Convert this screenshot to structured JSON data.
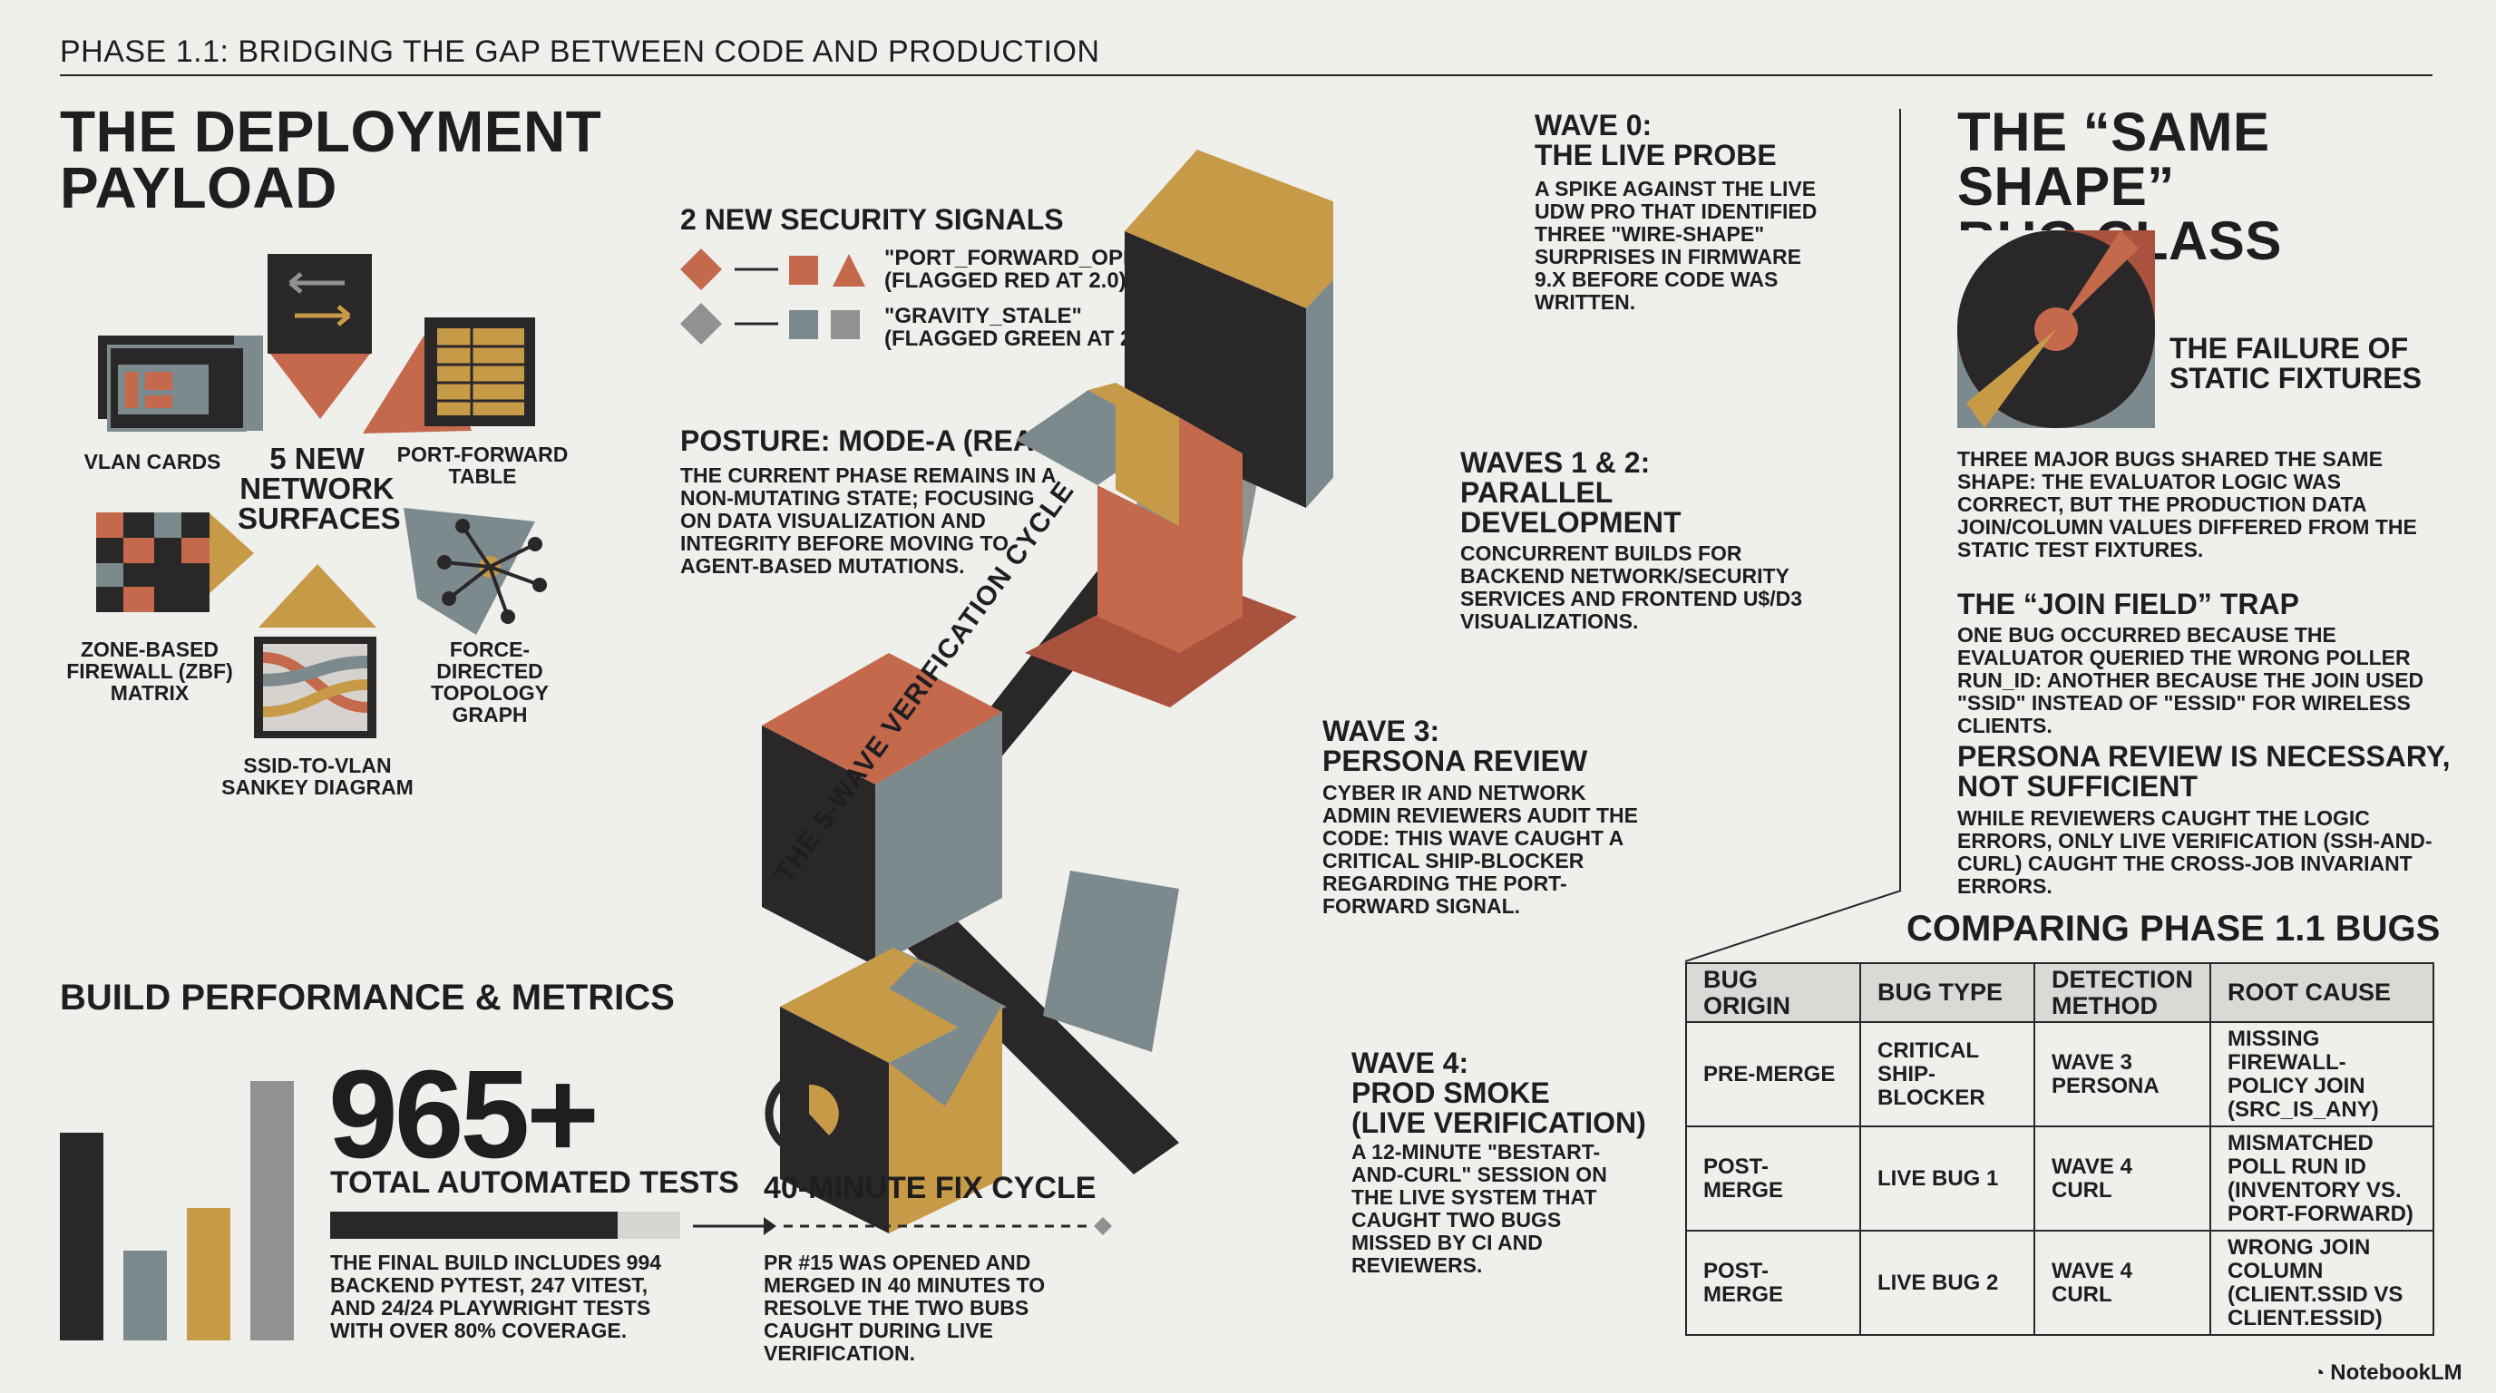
{
  "header": {
    "title": "PHASE 1.1: BRIDGING THE GAP BETWEEN CODE AND PRODUCTION"
  },
  "payload": {
    "title_line1": "THE DEPLOYMENT",
    "title_line2": "PAYLOAD",
    "center_line1": "5 NEW",
    "center_line2": "NETWORK",
    "center_line3": "SURFACES",
    "surfaces": [
      {
        "label": "VLAN CARDS"
      },
      {
        "label": "PORT-FORWARD TABLE"
      },
      {
        "label": "ZONE-BASED FIREWALL (ZBF) MATRIX"
      },
      {
        "label": "FORCE-DIRECTED TOPOLOGY GRAPH"
      },
      {
        "label": "SSID-TO-VLAN SANKEY DIAGRAM"
      }
    ]
  },
  "signals": {
    "title": "2 NEW SECURITY SIGNALS",
    "items": [
      {
        "line1": "\"PORT_FORWARD_OPEN\"",
        "line2": "(FLAGGED RED AT 2.0)",
        "color": "#c4694c"
      },
      {
        "line1": "\"GRAVITY_STALE\"",
        "line2": "(FLAGGED GREEN AT 2.03 DAYS)",
        "color": "#7c8a8e"
      }
    ]
  },
  "posture": {
    "title": "POSTURE: MODE-A (READ-ONLY)",
    "text": "THE CURRENT PHASE REMAINS IN A NON-MUTATING STATE; FOCUSING ON DATA VISUALIZATION AND INTEGRITY BEFORE MOVING TO AGENT-BASED MUTATIONS."
  },
  "cycle": {
    "label": "THE 5-WAVE VERIFICATION CYCLE"
  },
  "waves": [
    {
      "title1": "WAVE 0:",
      "title2": "THE LIVE PROBE",
      "title3": "",
      "text": "A SPIKE AGAINST THE LIVE UDW PRO THAT IDENTIFIED THREE \"WIRE-SHAPE\" SURPRISES IN FIRMWARE 9.X BEFORE CODE WAS WRITTEN."
    },
    {
      "title1": "WAVES 1 & 2:",
      "title2": "PARALLEL",
      "title3": "DEVELOPMENT",
      "text": "CONCURRENT BUILDS FOR BACKEND NETWORK/SECURITY SERVICES AND FRONTEND U$/D3 VISUALIZATIONS."
    },
    {
      "title1": "WAVE 3:",
      "title2": "PERSONA REVIEW",
      "title3": "",
      "text": "CYBER IR AND NETWORK ADMIN REVIEWERS AUDIT THE CODE: THIS WAVE CAUGHT A CRITICAL SHIP-BLOCKER REGARDING THE PORT-FORWARD SIGNAL."
    },
    {
      "title1": "WAVE 4:",
      "title2": "PROD SMOKE",
      "title3": "(LIVE VERIFICATION)",
      "text": "A 12-MINUTE \"BESTART-AND-CURL\" SESSION ON THE LIVE SYSTEM THAT CAUGHT TWO BUGS MISSED BY CI AND REVIEWERS."
    }
  ],
  "bugclass": {
    "title_line1": "THE “SAME SHAPE”",
    "title_line2": "BUG CLASS",
    "fixture_line1": "THE FAILURE OF",
    "fixture_line2": "STATIC FIXTURES",
    "intro": "THREE MAJOR BUGS SHARED THE SAME SHAPE: THE EVALUATOR LOGIC WAS CORRECT, BUT THE PRODUCTION DATA JOIN/COLUMN VALUES DIFFERED FROM THE STATIC TEST FIXTURES.",
    "trap_title": "THE “JOIN FIELD” TRAP",
    "trap_text": "ONE BUG OCCURRED BECAUSE THE EVALUATOR QUERIED THE WRONG POLLER RUN_ID: ANOTHER BECAUSE THE JOIN USED \"SSID\" INSTEAD OF \"ESSID\" FOR WIRELESS CLIENTS.",
    "persona_title1": "PERSONA REVIEW IS NECESSARY,",
    "persona_title2": "NOT SUFFICIENT",
    "persona_text": "WHILE REVIEWERS CAUGHT THE LOGIC ERRORS, ONLY LIVE VERIFICATION (SSH-AND-CURL) CAUGHT THE CROSS-JOB INVARIANT ERRORS."
  },
  "comparison": {
    "title": "COMPARING PHASE 1.1 BUGS",
    "headers": [
      "BUG ORIGIN",
      "BUG TYPE",
      "DETECTION METHOD",
      "ROOT CAUSE"
    ],
    "rows": [
      [
        "PRE-MERGE",
        "CRITICAL SHIP-BLOCKER",
        "WAVE 3 PERSONA",
        "MISSING FIREWALL-POLICY JOIN (SRC_IS_ANY)"
      ],
      [
        "POST-MERGE",
        "LIVE BUG 1",
        "WAVE 4 CURL",
        "MISMATCHED POLL RUN ID (INVENTORY VS. PORT-FORWARD)"
      ],
      [
        "POST-MERGE",
        "LIVE BUG 2",
        "WAVE 4 CURL",
        "WRONG JOIN COLUMN (CLIENT.SSID VS CLIENT.ESSID)"
      ]
    ]
  },
  "metrics": {
    "title": "BUILD PERFORMANCE & METRICS",
    "bar_fractions": [
      0.72,
      0.31,
      0.46,
      0.9
    ],
    "bar_colors": [
      "#2a2729",
      "#7c8a8e",
      "#c79a47",
      "#8f9290"
    ],
    "big_number": "965+",
    "big_label": "TOTAL AUTOMATED TESTS",
    "coverage_fraction": 0.82,
    "desc": "THE FINAL BUILD INCLUDES 994 BACKEND PYTEST, 247 VITEST, AND 24/24 PLAYWRIGHT TESTS WITH OVER 80% COVERAGE."
  },
  "fix": {
    "title": "40-MINUTE FIX CYCLE",
    "desc": "PR #15 WAS OPENED AND MERGED IN 40 MINUTES TO RESOLVE THE TWO BUBS CAUGHT DURING LIVE VERIFICATION."
  },
  "brand": {
    "name": "NotebookLM"
  },
  "colors": {
    "dark": "#2a2729",
    "slate": "#7c8a8e",
    "rust": "#c4694c",
    "ochre": "#c79a47"
  }
}
